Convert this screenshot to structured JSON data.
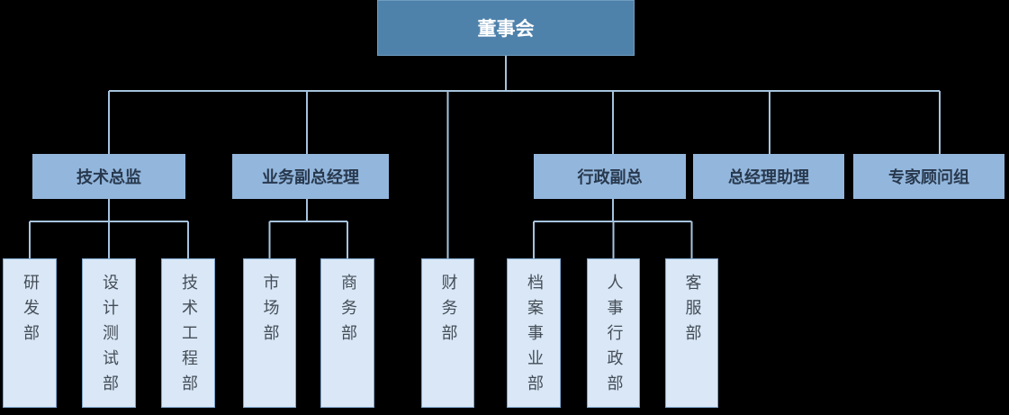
{
  "colors": {
    "background": "#000000",
    "level1_fill": "#4e82ab",
    "level1_text": "#ffffff",
    "level2_fill": "#93b6dc",
    "level2_text": "#28394e",
    "level3_fill": "#d9e7f6",
    "level3_border": "#7ea6cc",
    "level3_text": "#454e58",
    "connector": "#a6c3dd"
  },
  "org": {
    "root": {
      "label": "董事会"
    },
    "managers": [
      {
        "label": "技术总监",
        "children": [
          "研发部",
          "设计测试部",
          "技术工程部"
        ]
      },
      {
        "label": "业务副总经理",
        "children": [
          "市场部",
          "商务部"
        ]
      },
      {
        "label": "行政副总",
        "children": [
          "档案事业部",
          "人事行政部",
          "客服部"
        ]
      },
      {
        "label": "总经理助理",
        "children": []
      },
      {
        "label": "专家顾问组",
        "children": []
      }
    ],
    "direct_departments": [
      {
        "label": "财务部"
      }
    ]
  }
}
